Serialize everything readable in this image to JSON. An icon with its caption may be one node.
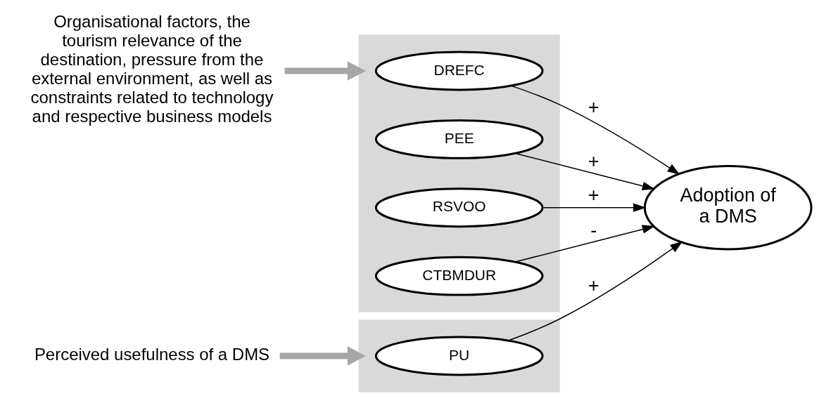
{
  "diagram": {
    "nodes": [
      {
        "text": [
          "Organisational factors, the tourism relevance of the destination, pressure from the external environment, as well as constraints related to technology and respective business models"
        ]
      },
      {
        "text": [],
        "shape": "box"
      },
      {
        "text": [
          "DREFC"
        ],
        "in": 1
      },
      {
        "text": [
          "PEE"
        ],
        "in": 1
      },
      {
        "text": [
          "RSVOO"
        ],
        "in": 1
      },
      {
        "text": [
          "CTBMDUR"
        ],
        "in": 1
      },
      {
        "text": [
          "Perceived usefulness of a DMS"
        ]
      },
      {
        "text": [],
        "shape": "box"
      },
      {
        "text": [
          "PU"
        ],
        "in": 7
      },
      {
        "text": [
          "Adoption of a DMS"
        ]
      }
    ],
    "edges": [
      {
        "from": 0,
        "to": 1,
        "arrow": "to",
        "style": "thick",
        "color": "#a6a6a6"
      },
      {
        "from": 2,
        "to": 9,
        "arrow": "to",
        "label": "+"
      },
      {
        "from": 3,
        "to": 9,
        "arrow": "to",
        "label": "+"
      },
      {
        "from": 4,
        "to": 9,
        "arrow": "to",
        "label": "+"
      },
      {
        "from": 5,
        "to": 9,
        "arrow": "to",
        "label": "-"
      },
      {
        "from": 6,
        "to": 7,
        "arrow": "to",
        "style": "thick",
        "color": "#a6a6a6"
      },
      {
        "from": 8,
        "to": 9,
        "arrow": "to",
        "label": "+"
      }
    ]
  }
}
